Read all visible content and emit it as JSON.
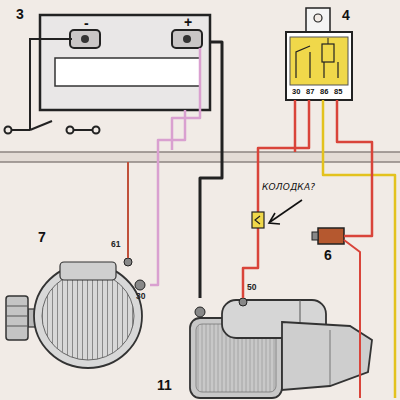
{
  "diagram": {
    "nodes": [
      {
        "text": [
          "3",
          "-",
          "+"
        ]
      },
      {
        "text": [
          "4"
        ]
      },
      {
        "text": [
          "7"
        ]
      },
      {
        "text": [
          "6"
        ]
      },
      {
        "text": [
          "11"
        ]
      }
    ],
    "edges": [
      {
        "from": 0,
        "to": 2,
        "arrow": "none"
      },
      {
        "from": 0,
        "to": 4,
        "arrow": "none"
      },
      {
        "from": 1,
        "to": 4,
        "arrow": "none"
      },
      {
        "from": 1,
        "to": 3,
        "arrow": "none"
      }
    ],
    "labels": [
      "30",
      "87",
      "86",
      "85",
      "61",
      "30",
      "50",
      "КОЛОДКА?"
    ]
  }
}
